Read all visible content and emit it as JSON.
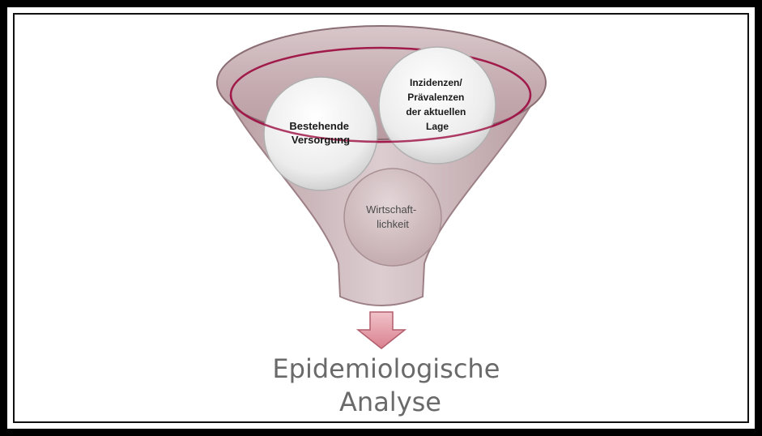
{
  "diagram": {
    "inputs": [
      {
        "line1": "Bestehende",
        "line2": "Versorgung"
      },
      {
        "line1": "Inzidenzen/",
        "line2": "Prävalenzen",
        "line3": "der aktuellen",
        "line4": "Lage"
      },
      {
        "line1": "Wirtschaft-",
        "line2": "lichkeit"
      }
    ],
    "result": {
      "line1": "Epidemiologische",
      "line2": "Analyse"
    },
    "colors": {
      "funnel_fill": "#c9b4b8",
      "funnel_rim": "#a01a4a",
      "arrow_fill": "#e7a4ae",
      "circle_fill": "#f2f2f2"
    }
  }
}
